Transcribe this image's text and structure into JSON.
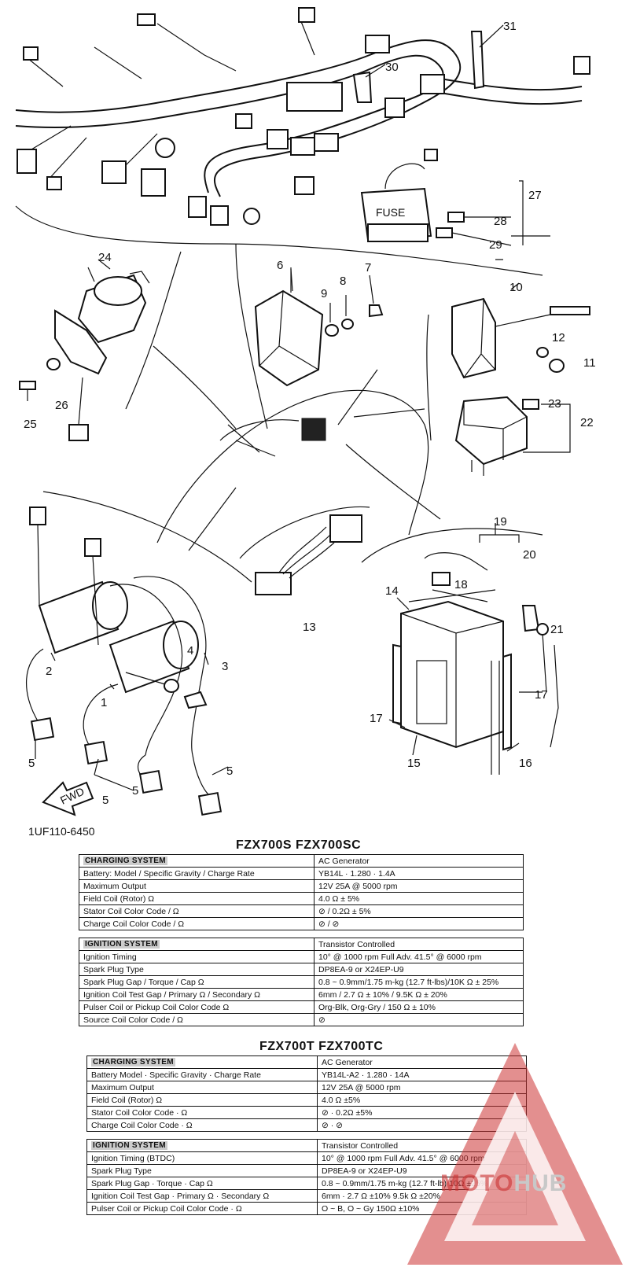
{
  "diagram": {
    "part_numbers": [
      "1",
      "2",
      "3",
      "4",
      "5",
      "5",
      "5",
      "5",
      "6",
      "7",
      "8",
      "9",
      "10",
      "11",
      "12",
      "13",
      "14",
      "15",
      "16",
      "17",
      "17",
      "18",
      "19",
      "20",
      "21",
      "22",
      "23",
      "24",
      "25",
      "26",
      "27",
      "28",
      "29",
      "30",
      "31"
    ],
    "catalog_code": "1UF110-6450",
    "fwd_label": "FWD",
    "fuse_label": "FUSE"
  },
  "tables": [
    {
      "heading": "FZX700S   FZX700SC",
      "sections": [
        {
          "title": "CHARGING SYSTEM",
          "value": "AC Generator",
          "rows": [
            [
              "Battery: Model / Specific Gravity / Charge Rate",
              "YB14L · 1.280 · 1.4A"
            ],
            [
              "Maximum Output",
              "12V 25A @ 5000 rpm"
            ],
            [
              "Field Coil (Rotor) Ω",
              "4.0 Ω ± 5%"
            ],
            [
              "Stator Coil Color Code / Ω",
              "⊘ / 0.2Ω ± 5%"
            ],
            [
              "Charge Coil Color Code / Ω",
              "⊘ / ⊘"
            ]
          ]
        },
        {
          "title": "IGNITION SYSTEM",
          "value": "Transistor Controlled",
          "rows": [
            [
              "Ignition Timing",
              "10° @ 1000 rpm Full Adv. 41.5° @ 6000 rpm"
            ],
            [
              "Spark Plug Type",
              "DP8EA-9 or X24EP-U9"
            ],
            [
              "Spark Plug Gap / Torque / Cap Ω",
              "0.8 ~ 0.9mm/1.75 m-kg (12.7 ft-lbs)/10K Ω ± 25%"
            ],
            [
              "Ignition Coil Test Gap / Primary Ω / Secondary Ω",
              "6mm / 2.7 Ω ± 10% / 9.5K Ω ± 20%"
            ],
            [
              "Pulser Coil or Pickup Coil Color Code   Ω",
              "Org-Blk, Org-Gry / 150 Ω ± 10%"
            ],
            [
              "Source Coil Color Code / Ω",
              "⊘"
            ]
          ]
        }
      ]
    },
    {
      "heading": "FZX700T FZX700TC",
      "sections": [
        {
          "title": "CHARGING SYSTEM",
          "value": "AC Generator",
          "rows": [
            [
              "Battery  Model · Specific Gravity · Charge Rate",
              "YB14L-A2 · 1.280 · 14A"
            ],
            [
              "Maximum Output",
              "12V 25A @ 5000 rpm"
            ],
            [
              "Field Coil (Rotor) Ω",
              "4.0 Ω ±5%"
            ],
            [
              "Stator Coil Color Code · Ω",
              "⊘ · 0.2Ω ±5%"
            ],
            [
              "Charge Coil Color Code · Ω",
              "⊘ · ⊘"
            ]
          ]
        },
        {
          "title": "IGNITION SYSTEM",
          "value": "Transistor Controlled",
          "rows": [
            [
              "Ignition Timing (BTDC)",
              "10° @ 1000 rpm Full Adv. 41.5° @ 6000 rpm"
            ],
            [
              "Spark Plug Type",
              "DP8EA-9 or X24EP-U9"
            ],
            [
              "Spark Plug Gap · Torque · Cap Ω",
              "0.8 ~ 0.9mm/1.75 m-kg (12.7 ft-lb) 10Ω ±25%"
            ],
            [
              "Ignition Coil Test Gap · Primary Ω · Secondary Ω",
              "6mm · 2.7 Ω ±10%  9.5k Ω ±20%"
            ],
            [
              "Pulser Coil or Pickup Coil Color Code · Ω",
              "O ~ B, O ~ Gy   150Ω ±10%"
            ]
          ]
        }
      ]
    }
  ],
  "watermark": {
    "text_prefix": "MOTO",
    "text_suffix": "HUB"
  }
}
